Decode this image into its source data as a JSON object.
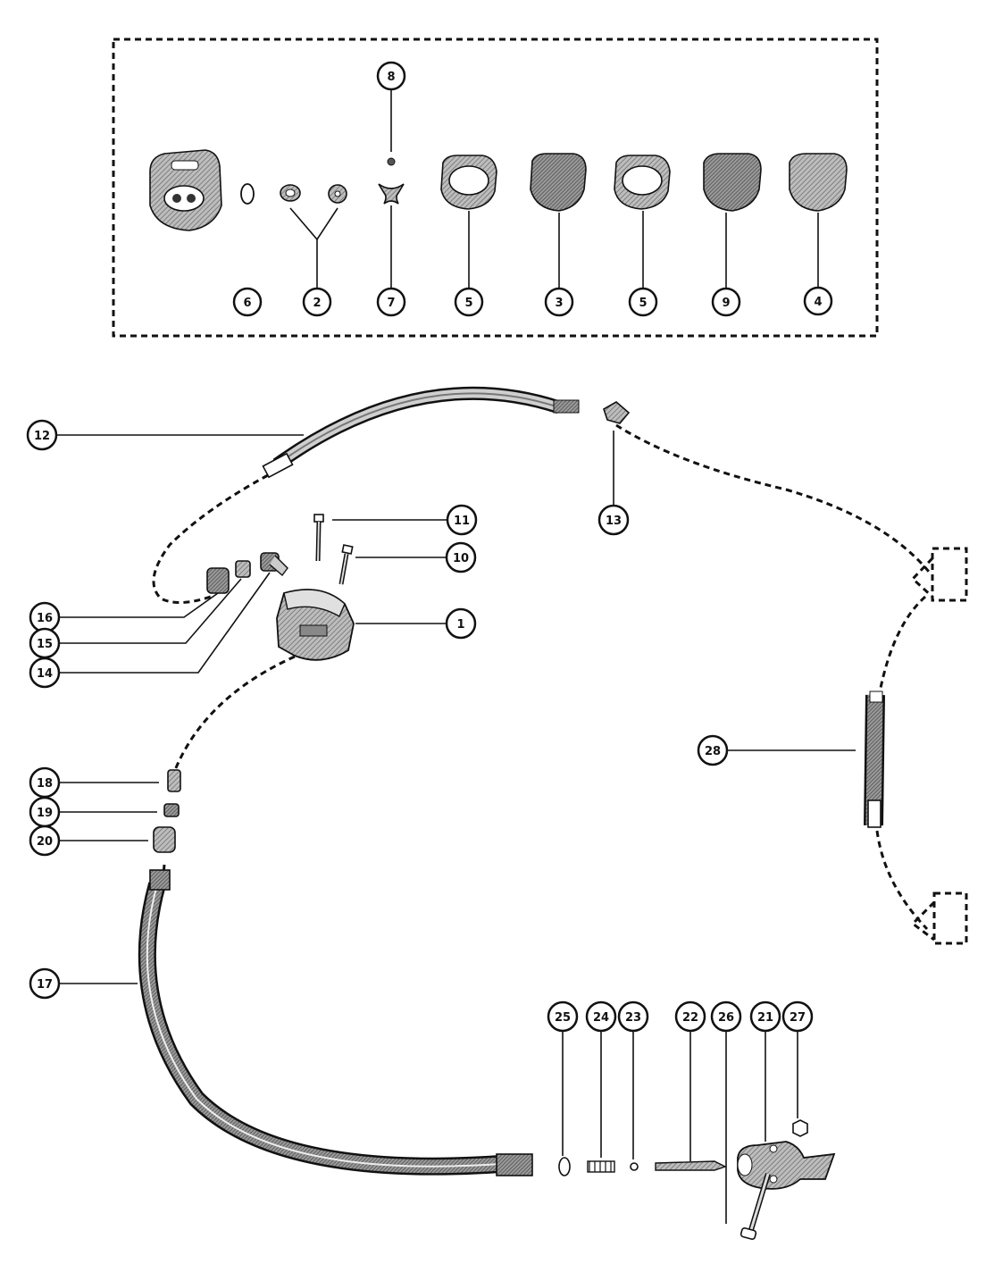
{
  "diagram": {
    "callouts": {
      "c1": "1",
      "c2": "2",
      "c3": "3",
      "c4": "4",
      "c5a": "5",
      "c5b": "5",
      "c6": "6",
      "c7": "7",
      "c8": "8",
      "c9": "9",
      "c10": "10",
      "c11": "11",
      "c12": "12",
      "c13": "13",
      "c14": "14",
      "c15": "15",
      "c16": "16",
      "c17": "17",
      "c18": "18",
      "c19": "19",
      "c20": "20",
      "c21": "21",
      "c22": "22",
      "c23": "23",
      "c24": "24",
      "c25": "25",
      "c26": "26",
      "c27": "27",
      "c28": "28"
    }
  }
}
